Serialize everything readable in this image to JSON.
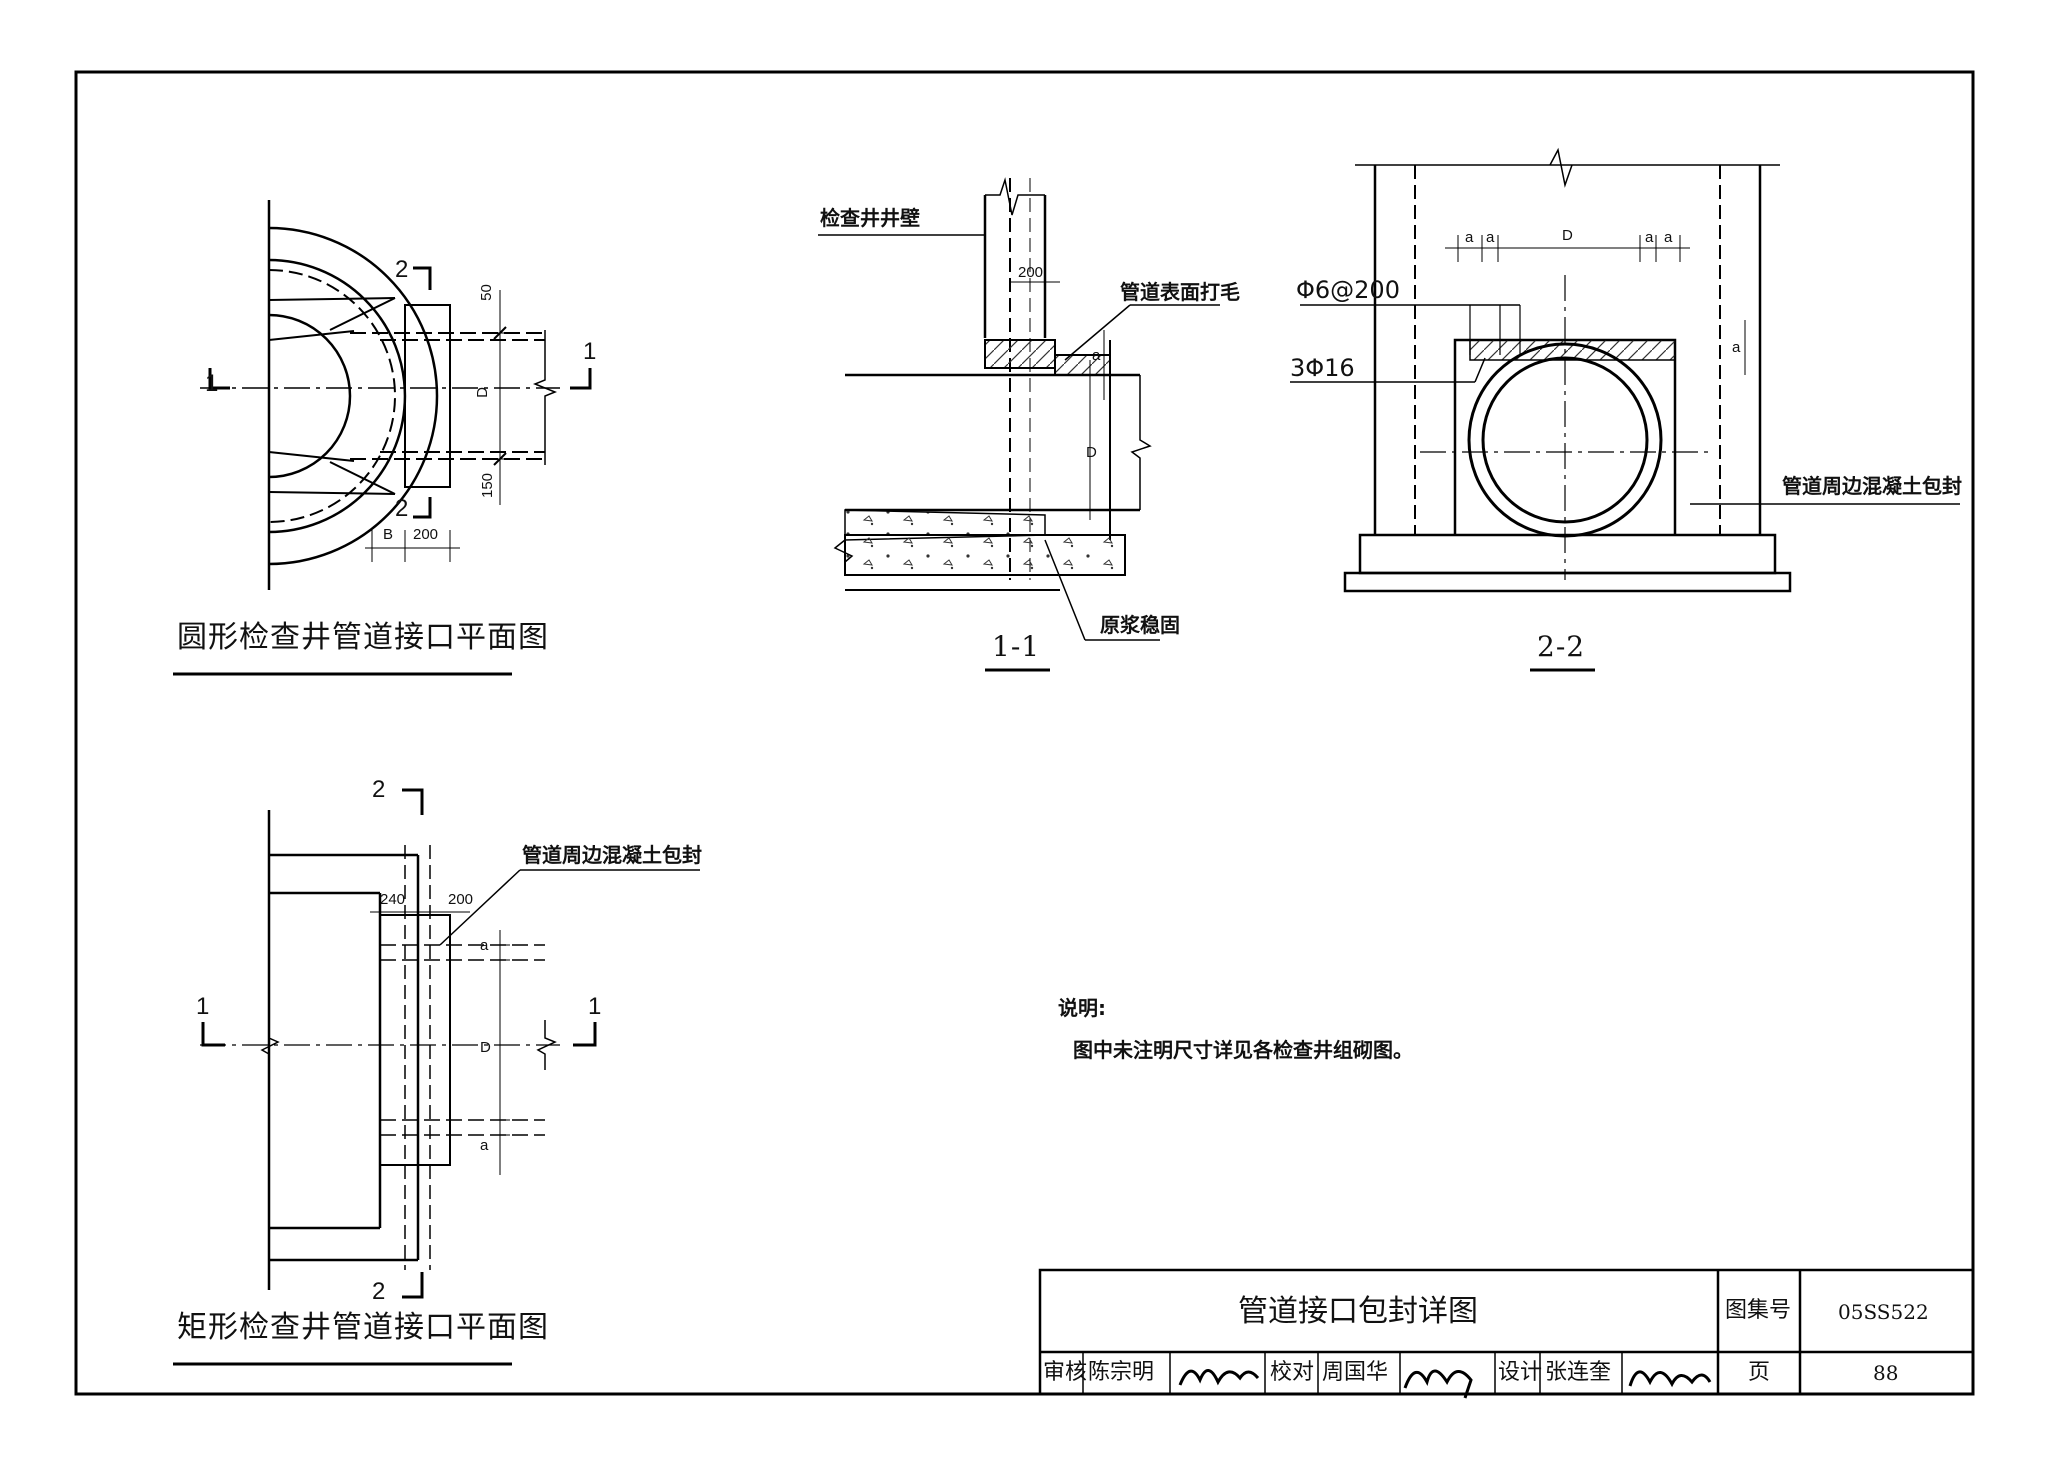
{
  "figures": {
    "circular": {
      "caption": "圆形检查井管道接口平面图",
      "section_marks": [
        "1",
        "1",
        "2",
        "2"
      ],
      "dims": {
        "top": "50",
        "bottom": "150",
        "d": "D",
        "b": "B",
        "w": "200"
      }
    },
    "section_1_1": {
      "caption": "1-1",
      "labels": {
        "wall": "检查井井壁",
        "rough": "管道表面打毛",
        "mortar": "原浆稳固"
      },
      "dims": {
        "w": "200",
        "a": "a",
        "d": "D"
      }
    },
    "section_2_2": {
      "caption": "2-2",
      "labels": {
        "stirrup": "Φ6@200",
        "rebar": "3Φ16",
        "encase": "管道周边混凝土包封"
      },
      "dims": {
        "a1": "a",
        "a2": "a",
        "d": "D",
        "a3": "a",
        "a4": "a",
        "a5": "a"
      }
    },
    "rectangular": {
      "caption": "矩形检查井管道接口平面图",
      "section_marks": [
        "1",
        "1",
        "2",
        "2"
      ],
      "labels": {
        "encase": "管道周边混凝土包封"
      },
      "dims": {
        "w1": "240",
        "w2": "200",
        "a_top": "a",
        "d": "D",
        "a_bot": "a"
      }
    }
  },
  "notes": {
    "heading": "说明:",
    "lines": [
      "图中未注明尺寸详见各检查井组砌图。"
    ]
  },
  "title_block": {
    "title": "管道接口包封详图",
    "atlas_label": "图集号",
    "atlas_value": "05SS522",
    "page_label": "页",
    "page_value": "88",
    "signoff": [
      {
        "role": "审核",
        "name": "陈宗明"
      },
      {
        "role": "校对",
        "name": "周国华"
      },
      {
        "role": "设计",
        "name": "张连奎"
      }
    ]
  }
}
